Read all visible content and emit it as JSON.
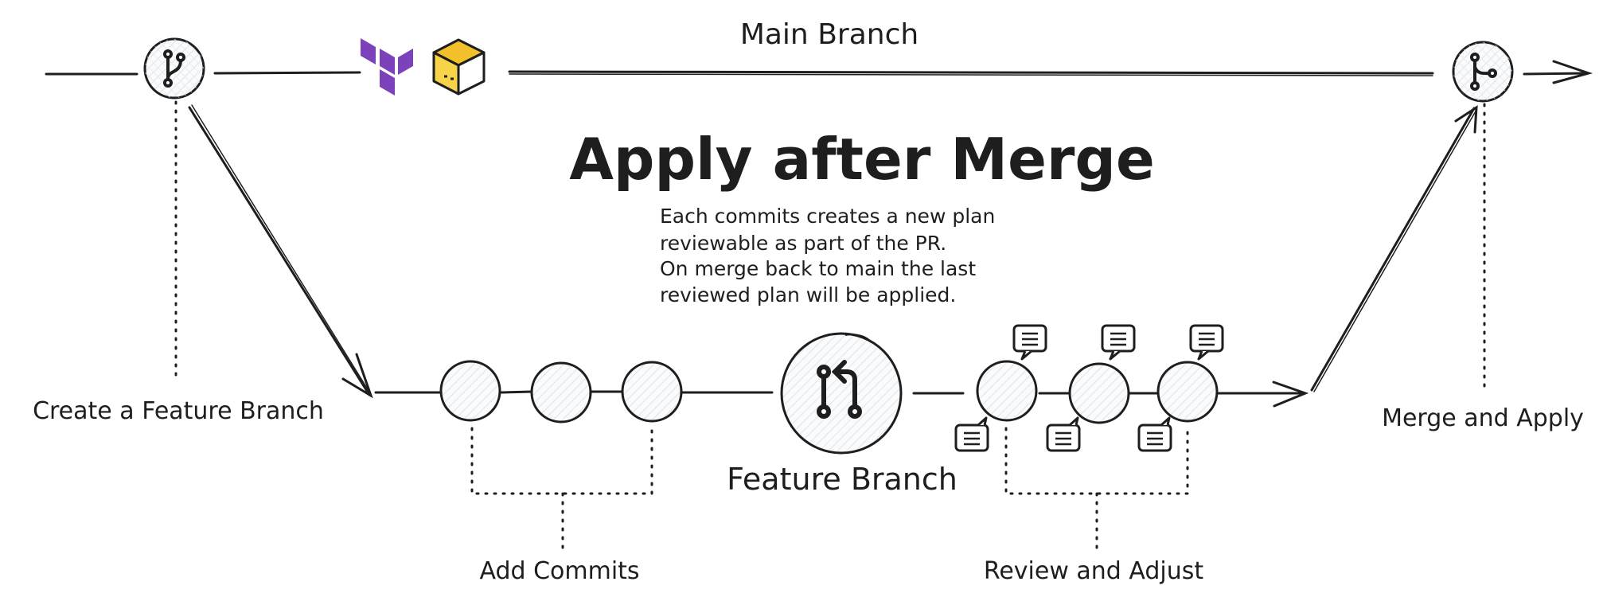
{
  "title": "Apply after Merge",
  "main_branch_label": "Main Branch",
  "description_lines": [
    "Each commits creates a new plan",
    "reviewable as part of the PR.",
    "On merge back to main the last",
    "reviewed plan will be applied."
  ],
  "labels": {
    "create_branch": "Create a Feature Branch",
    "add_commits": "Add Commits",
    "feature_branch": "Feature Branch",
    "review_adjust": "Review and Adjust",
    "merge_apply": "Merge and Apply"
  },
  "icons": {
    "branch_start": "git-branch-icon",
    "terraform": "terraform-icon",
    "box": "yellow-box-icon",
    "pull_request": "git-pull-request-icon",
    "comment": "comment-icon",
    "merge": "git-merge-icon"
  },
  "colors": {
    "stroke": "#1e1e1e",
    "terraform": "#7b42bc",
    "box_yellow": "#f2c02a",
    "hatch": "#dfe3e8"
  }
}
